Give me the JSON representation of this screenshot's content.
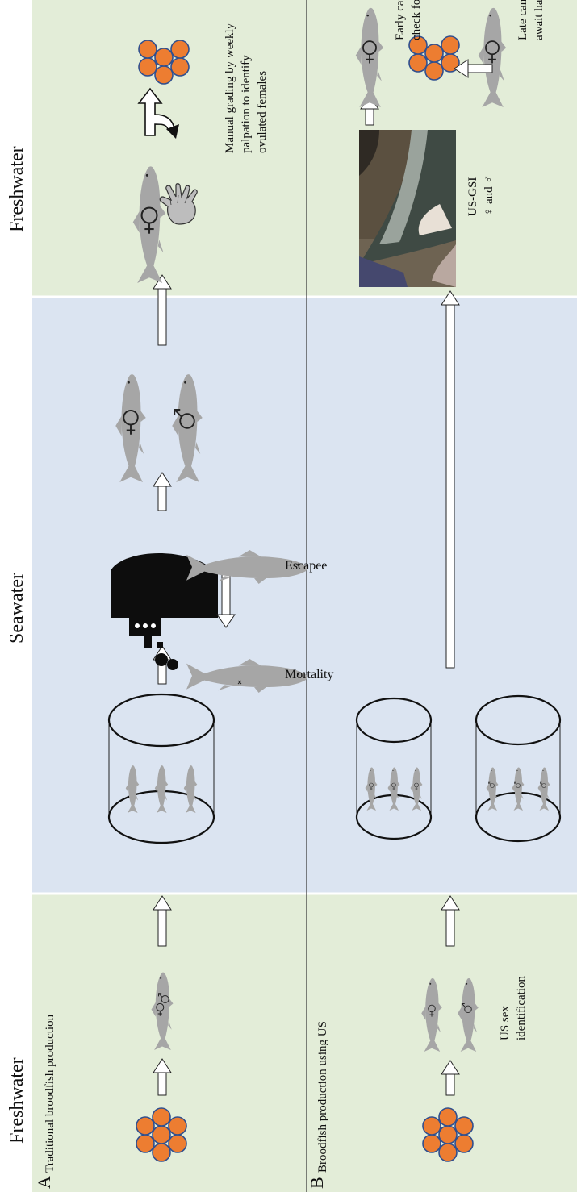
{
  "headers": {
    "freshwater_left": "Freshwater",
    "seawater": "Seawater",
    "freshwater_right": "Freshwater"
  },
  "panel_a": {
    "letter": "A",
    "title": "Traditional broodfish production",
    "mortality_label": "Mortality",
    "escapee_label": "Escapee",
    "grading_label_lines": [
      "Manual grading by weekly",
      "palpation to identify",
      "ovulated females"
    ]
  },
  "panel_b": {
    "letter": "B",
    "title": "Broodfish production using US",
    "sex_id_lines": [
      "US sex",
      "identification"
    ],
    "usgsi_lines": [
      "US-GSI",
      "♀ and ♂"
    ],
    "early_lines": [
      "Early candidates,",
      "check for ovulation"
    ],
    "late_lines": [
      "Late candidates,",
      "await handling"
    ]
  },
  "colors": {
    "freshwater_bg": "#e3edd8",
    "seawater_bg": "#dbe4f1",
    "fish": "#a6a6a6",
    "egg": "#ed7d31",
    "egg_outline": "#2f4f8f"
  },
  "icons": [
    "egg-cluster-icon",
    "fish-icon",
    "net-pen-icon",
    "boat-icon",
    "hand-icon",
    "turn-arrow-icon",
    "female-symbol",
    "male-symbol",
    "photo-ultrasound-icon"
  ]
}
